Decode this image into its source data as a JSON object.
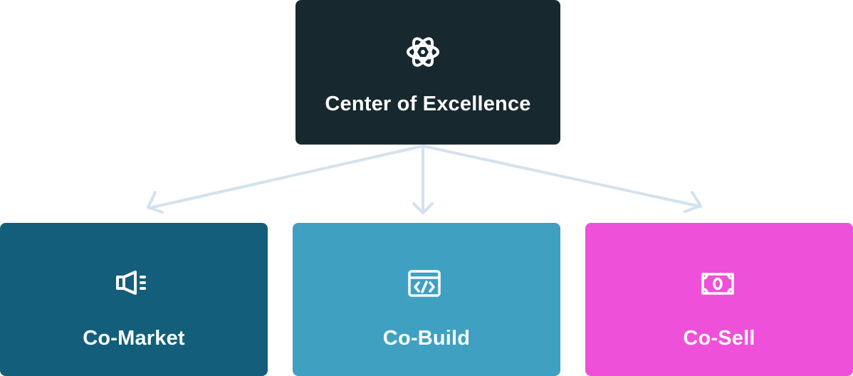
{
  "diagram": {
    "root": {
      "label": "Center of Excellence",
      "icon": "atom-icon",
      "color": "#17282f"
    },
    "children": [
      {
        "label": "Co-Market",
        "icon": "megaphone-icon",
        "color": "#135e7b"
      },
      {
        "label": "Co-Build",
        "icon": "code-window-icon",
        "color": "#40a0c2"
      },
      {
        "label": "Co-Sell",
        "icon": "money-bill-icon",
        "color": "#ef50d9"
      }
    ],
    "connector_color": "#d4e2ee"
  }
}
